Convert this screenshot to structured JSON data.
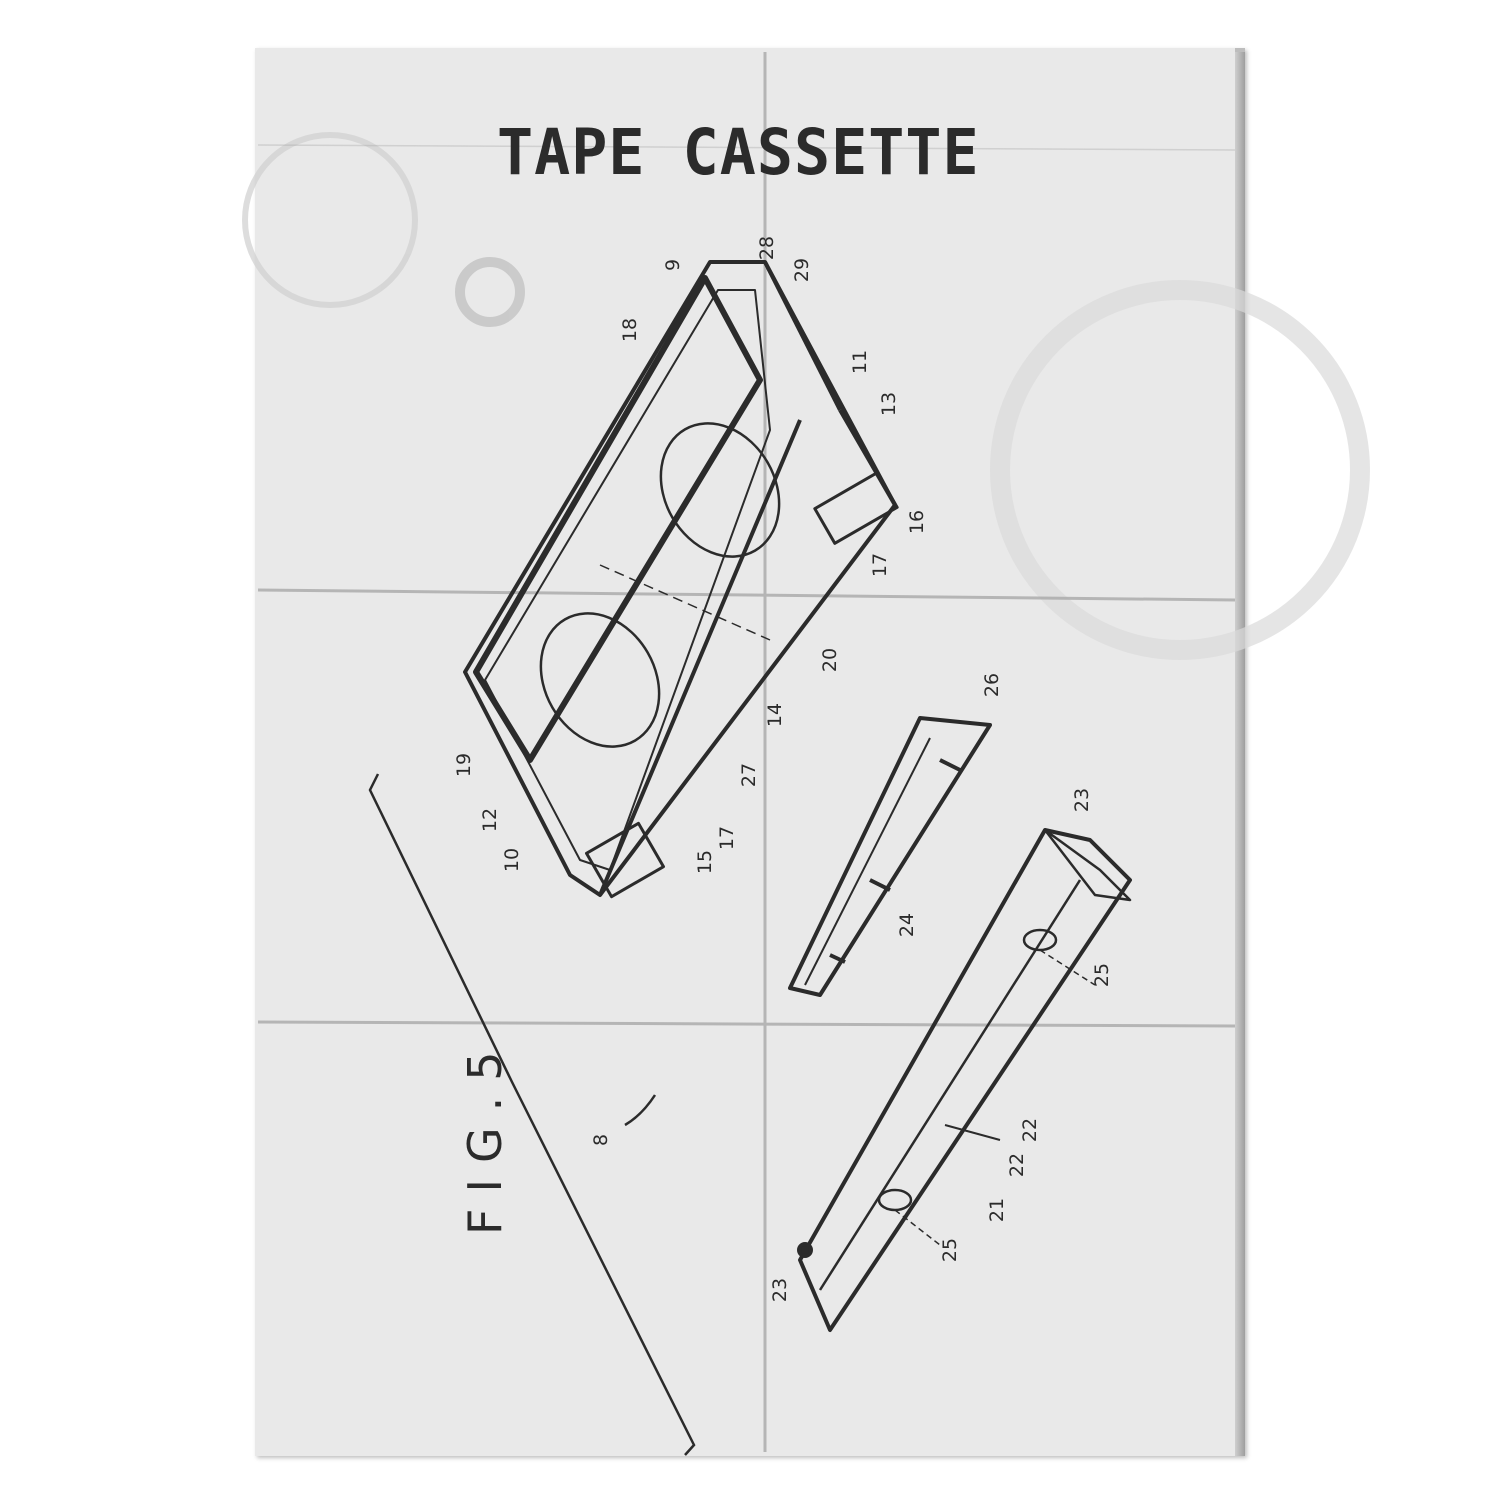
{
  "title": "TAPE CASSETTE",
  "figure_label": "FIG.5",
  "reference_numbers": {
    "n9": "9",
    "n28": "28",
    "n29": "29",
    "n18": "18",
    "n11": "11",
    "n13": "13",
    "n16": "16",
    "n17a": "17",
    "n20": "20",
    "n14": "14",
    "n19": "19",
    "n12": "12",
    "n27": "27",
    "n17b": "17",
    "n15": "15",
    "n10": "10",
    "n26": "26",
    "n24": "24",
    "n23a": "23",
    "n25a": "25",
    "n8": "8",
    "n22a": "22",
    "n22b": "22",
    "n21": "21",
    "n25b": "25",
    "n23b": "23"
  },
  "colors": {
    "paper": "#e9e9e9",
    "ink": "#2b2b2b",
    "fold": "#a9a9a9"
  }
}
